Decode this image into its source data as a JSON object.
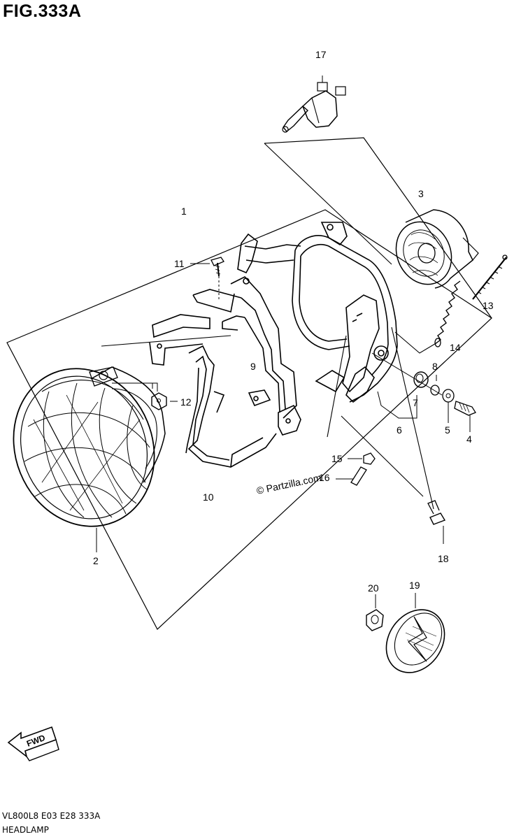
{
  "figure": {
    "title": "FIG.333A",
    "code": "VL800L8  E03  E28  333A",
    "name": "HEADLAMP"
  },
  "watermark": "© Partzilla.com",
  "fwd_label": "FWD",
  "callouts": [
    "1",
    "2",
    "3",
    "4",
    "5",
    "6",
    "7",
    "8",
    "9",
    "10",
    "11",
    "12",
    "13",
    "14",
    "15",
    "16",
    "17",
    "18",
    "19",
    "20"
  ],
  "parts": [
    {
      "number": "1",
      "icon": "headlamp-assembly-outline"
    },
    {
      "number": "2",
      "icon": "headlamp-unit-icon"
    },
    {
      "number": "3",
      "icon": "headlamp-housing-shell-icon"
    },
    {
      "number": "4",
      "icon": "bolt-icon"
    },
    {
      "number": "5",
      "icon": "washer-icon"
    },
    {
      "number": "6",
      "icon": "bracket-icon"
    },
    {
      "number": "7",
      "icon": "cushion-icon"
    },
    {
      "number": "8",
      "icon": "collar-icon"
    },
    {
      "number": "9",
      "icon": "housing-bracket-icon"
    },
    {
      "number": "10",
      "icon": "frame-bracket-icon"
    },
    {
      "number": "11",
      "icon": "screw-icon"
    },
    {
      "number": "12",
      "icon": "nut-icon"
    },
    {
      "number": "13",
      "icon": "adjust-screw-icon"
    },
    {
      "number": "14",
      "icon": "spring-icon"
    },
    {
      "number": "15",
      "icon": "nut-icon"
    },
    {
      "number": "16",
      "icon": "pin-icon"
    },
    {
      "number": "17",
      "icon": "bulb-icon"
    },
    {
      "number": "18",
      "icon": "screw-icon"
    },
    {
      "number": "19",
      "icon": "reflector-icon"
    },
    {
      "number": "20",
      "icon": "nut-icon"
    }
  ]
}
